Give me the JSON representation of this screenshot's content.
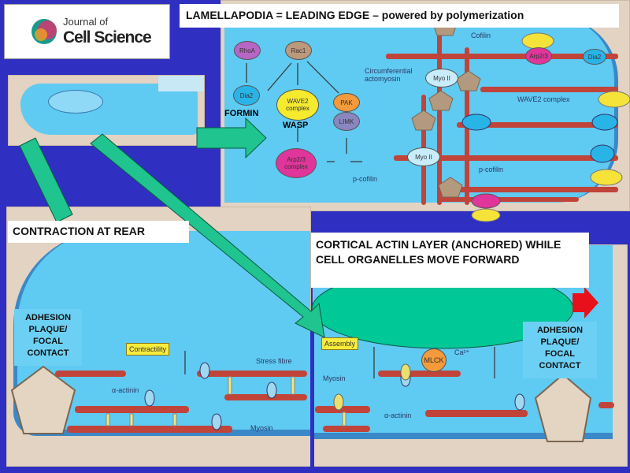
{
  "logo": {
    "line1": "Journal of",
    "line2": "Cell Science"
  },
  "title": "LAMELLAPODIA = LEADING EDGE – powered by polymerization",
  "top_panel": {
    "nodes": {
      "rhoa": "RhoA",
      "rac1": "Rac1",
      "dia2": "Dia2",
      "wave2": "WAVE2 complex",
      "pak": "PAK",
      "limk": "LIMK",
      "arp23": "Arp2/3 complex",
      "myo1": "Myo II",
      "myo2": "Myo II",
      "arp_edge": "Arp2/3",
      "dia_edge": "Dia2"
    },
    "labels": {
      "formin": "FORMIN",
      "wasp": "WASP",
      "pcofilin": "p-cofilin",
      "pcofilin2": "p-cofilin",
      "cofilin": "Cofilin",
      "circ": "Circumferential actomyosin",
      "wave2_edge": "WAVE2 complex"
    }
  },
  "rear": {
    "title": "CONTRACTION AT REAR",
    "adhesion": [
      "ADHESION",
      "PLAQUE/",
      "FOCAL",
      "CONTACT"
    ],
    "contractility": "Contractility",
    "stress_fibre": "Stress fibre",
    "alpha_actinin": "α-actinin",
    "myosin": "Myosin"
  },
  "front": {
    "title": "CORTICAL ACTIN LAYER (ANCHORED) WHILE CELL ORGANELLES MOVE FORWARD",
    "adhesion": [
      "ADHESION",
      "PLAQUE/",
      "FOCAL",
      "CONTACT"
    ],
    "assembly": "Assembly",
    "mlck": "MLCK",
    "ca": "Ca²⁺",
    "myosin": "Myosin",
    "alpha_actinin": "α-actinin"
  },
  "colors": {
    "background": "#2f2fc2",
    "arrow": "#1fc48e",
    "cell": "#5fcaf2",
    "panel": "#e2d3c2"
  }
}
